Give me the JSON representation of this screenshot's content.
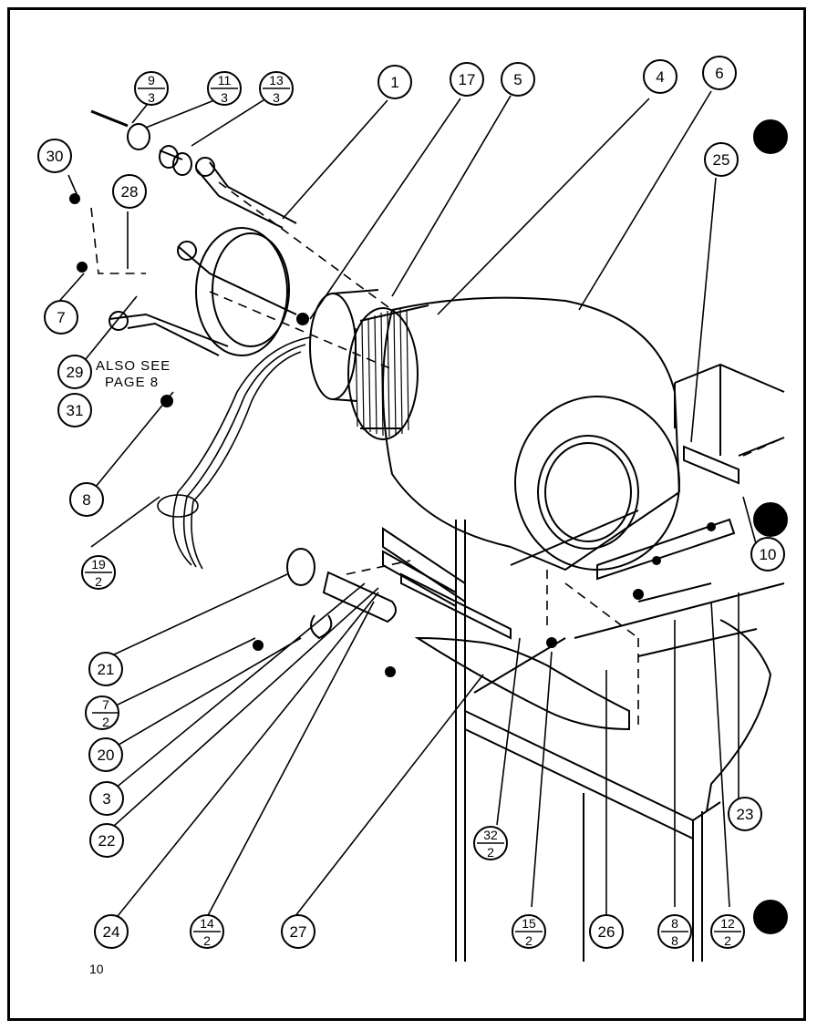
{
  "note": {
    "line1": "ALSO SEE",
    "line2": "PAGE 8"
  },
  "page_number": "10",
  "callouts": {
    "c9_3": {
      "top": "9",
      "bottom": "3"
    },
    "c11_3": {
      "top": "11",
      "bottom": "3"
    },
    "c13_3": {
      "top": "13",
      "bottom": "3"
    },
    "c1": "1",
    "c17": "17",
    "c5": "5",
    "c4": "4",
    "c6": "6",
    "c30": "30",
    "c28": "28",
    "c25": "25",
    "c7": "7",
    "c29": "29",
    "c31": "31",
    "c8": "8",
    "c10": "10",
    "c19_2": {
      "top": "19",
      "bottom": "2"
    },
    "c21": "21",
    "c7_2": {
      "top": "7",
      "bottom": "2"
    },
    "c20": "20",
    "c3": "3",
    "c22": "22",
    "c23": "23",
    "c32_2": {
      "top": "32",
      "bottom": "2"
    },
    "c24": "24",
    "c14_2": {
      "top": "14",
      "bottom": "2"
    },
    "c27": "27",
    "c15_2": {
      "top": "15",
      "bottom": "2"
    },
    "c26": "26",
    "c8_8": {
      "top": "8",
      "bottom": "8"
    },
    "c12_2": {
      "top": "12",
      "bottom": "2"
    }
  }
}
